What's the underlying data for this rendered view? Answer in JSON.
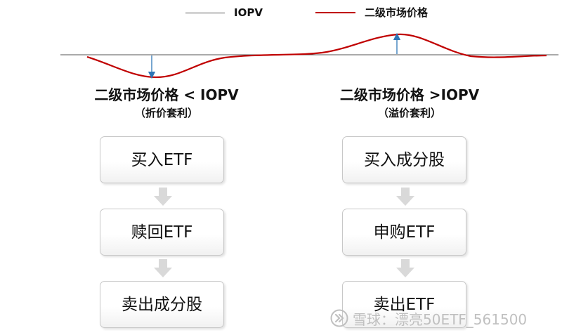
{
  "legend": {
    "iopv_label": "IOPV",
    "price_label": "二级市场价格",
    "iopv_color": "#555555",
    "price_color": "#c00000",
    "arrow_color": "#2e75b6"
  },
  "left": {
    "heading": "二级市场价格 < IOPV",
    "subheading": "（折价套利）",
    "steps": [
      "买入ETF",
      "赎回ETF",
      "卖出成分股"
    ]
  },
  "right": {
    "heading": "二级市场价格 >IOPV",
    "subheading": "（溢价套利）",
    "steps": [
      "买入成分股",
      "申购ETF",
      "卖出ETF"
    ]
  },
  "watermark": {
    "text": "雪球：漂亮50ETF_561500",
    "icon": "snowball-logo-icon"
  }
}
